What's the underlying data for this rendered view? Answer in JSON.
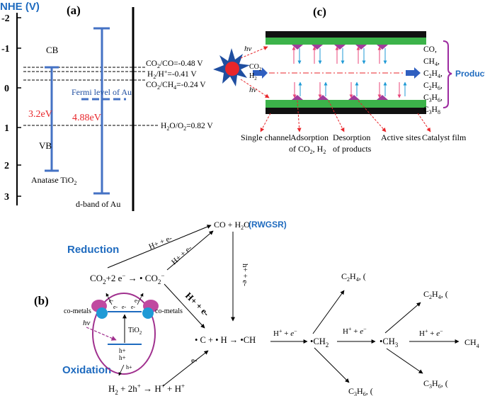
{
  "panel_a": {
    "label": "(a)",
    "axis_title": "NHE (V)",
    "ticks": [
      "-2",
      "-1",
      "0",
      "1",
      "2",
      "3"
    ],
    "tio2": {
      "cb": "CB",
      "vb": "VB",
      "gap": "3.2eV",
      "name": "Anatase TiO2",
      "name_main": "Anatase TiO",
      "name_sub": "2"
    },
    "au": {
      "fermi": "Fermi level of Au",
      "gap": "4.88eV",
      "name": "d-band of Au"
    },
    "potentials": [
      {
        "label": "CO2/CO=-0.48 V",
        "parts": [
          "CO",
          "2",
          "/CO=-0.48 V"
        ]
      },
      {
        "label": "H2/H+=-0.41 V",
        "parts": [
          "H",
          "2",
          "/H",
          "+",
          "=-0.41 V"
        ]
      },
      {
        "label": "CO2/CH4=-0.24 V",
        "parts": [
          "CO",
          "2",
          "/CH",
          "4",
          "=-0.24 V"
        ]
      },
      {
        "label": "H2O/O2=0.82 V",
        "parts": [
          "H",
          "2",
          "O/O",
          "2",
          "=0.82 V"
        ]
      }
    ],
    "colors": {
      "band": "#4472c4",
      "gap_text": "#e8262b",
      "title": "#1f6bbf"
    }
  },
  "panel_c": {
    "label": "(c)",
    "light": "hv",
    "inputs": [
      "CO2",
      "H2"
    ],
    "products": [
      "CO,",
      "CH4,",
      "C2H4,",
      "C2H6,",
      "C3H6,",
      "C3H8"
    ],
    "products_title": "Products",
    "labels": [
      "Single channel",
      "Adsorption",
      "of CO2, H2",
      "Desorption",
      "of products",
      "Active sites",
      "Catalyst film"
    ],
    "colors": {
      "film": "#3cb34a",
      "site": "#a03c9c",
      "bracket": "#9c2aa0",
      "title": "#1f6bbf"
    }
  },
  "panel_b": {
    "label": "(b)",
    "reduction_title": "Reduction",
    "oxidation_title": "Oxidation",
    "reduction_eq": "CO2+2 e− → • CO2−",
    "oxidation_eq": "H2 + 2h+ → H+ + H+",
    "rwgsr_product": "CO + H2O",
    "rwgsr_tag": "(RWGSR)",
    "step_label": "H+ + e-",
    "step_label_math": "H+ + e−",
    "hole_label": "h+ + e-",
    "electron": "e-",
    "hole": "h+",
    "co_metals": "co-metals",
    "catalyst": "TiO2",
    "light": "hv",
    "species": [
      "• C + • H → •CH",
      "•CH2",
      "•CH3",
      "CH4",
      "C2H4, (",
      "C3H6, (",
      "C2H4, (",
      "C3H6, ("
    ],
    "colors": {
      "title": "#1f6bbf",
      "ellipse": "#a0308e",
      "metal_pink": "#c04aa0",
      "metal_blue": "#1f9ad6"
    }
  }
}
